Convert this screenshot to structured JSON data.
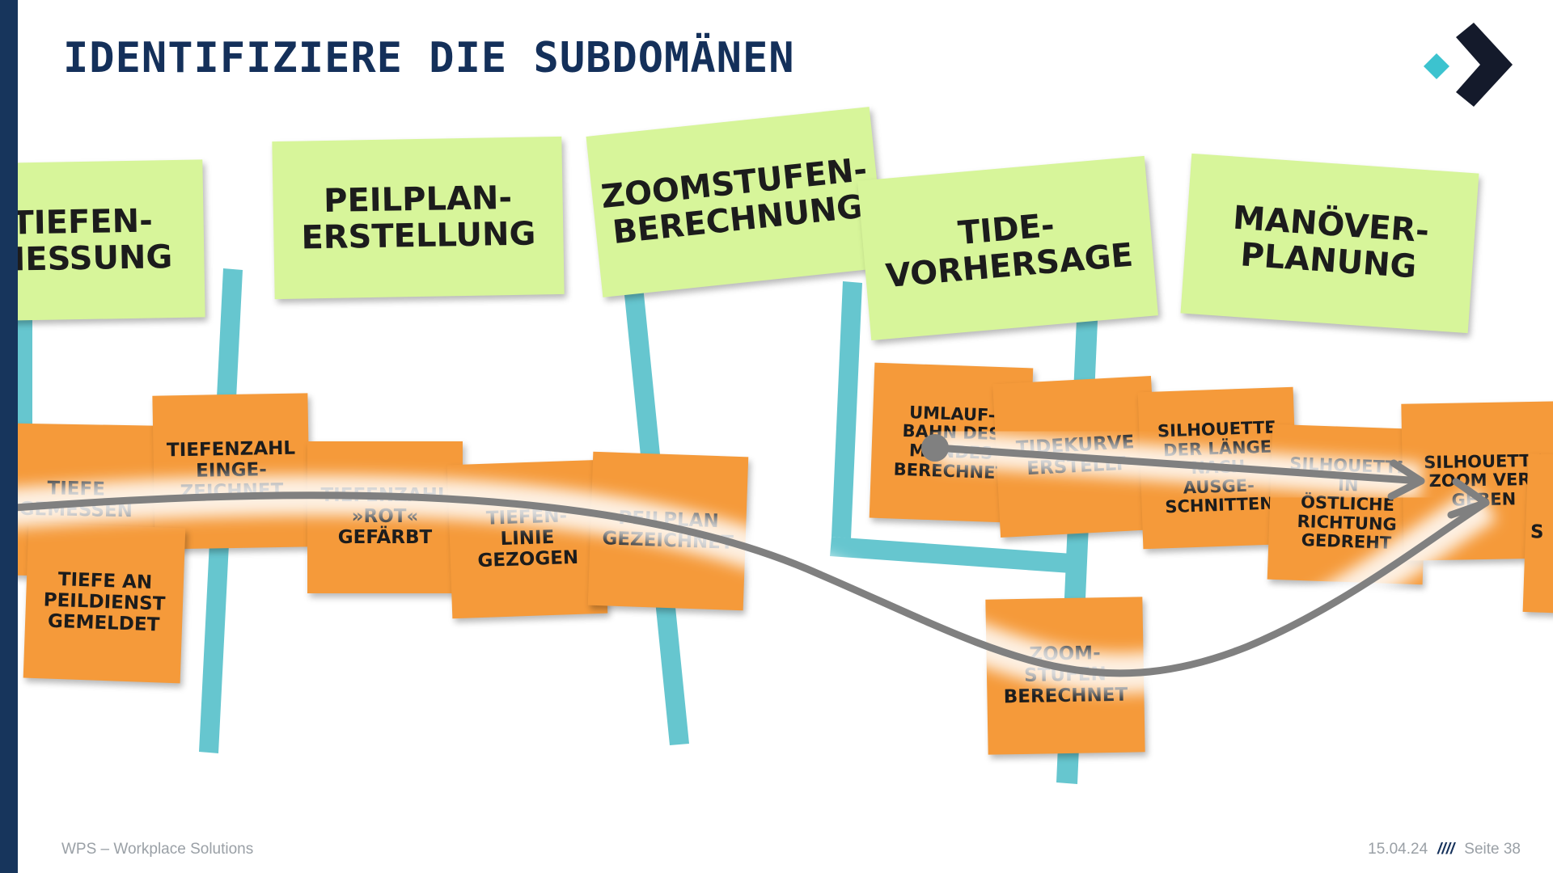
{
  "slide": {
    "title": "IDENTIFIZIERE DIE SUBDOMÄNEN",
    "footer_company": "WPS – Workplace Solutions",
    "footer_date": "15.04.24",
    "footer_separator": "////",
    "footer_page": "Seite 38"
  },
  "colors": {
    "domain_note": "#d7f59a",
    "event_note": "#f59a3a",
    "boundary_line": "#66c6cf",
    "flow_arrow": "#808080",
    "brand_dark": "#17355c"
  },
  "logo": {
    "icon": "wps-chevron-logo"
  },
  "subdomains": [
    {
      "label": "TIEFEN-\nMESSUNG"
    },
    {
      "label": "PEILPLAN-\nERSTELLUNG"
    },
    {
      "label": "ZOOMSTUFEN-\nBERECHNUNG"
    },
    {
      "label": "TIDE-\nVORHERSAGE"
    },
    {
      "label": "MANÖVER-\nPLANUNG"
    }
  ],
  "events": [
    {
      "label": "TIEFE\nGEMESSEN"
    },
    {
      "label": "TIEFENZAHL\nEINGE-\nZEICHNET"
    },
    {
      "label": "TIEFE AN\nPEILDIENST\nGEMELDET"
    },
    {
      "label": "TIEFENZAHL\n»ROT«\nGEFÄRBT"
    },
    {
      "label": "TIEFEN-\nLINIE\nGEZOGEN"
    },
    {
      "label": "PEILPLAN\nGEZEICHNET"
    },
    {
      "label": "UMLAUF-\nBAHN DES\nMONDES\nBERECHNET"
    },
    {
      "label": "TIDEKURVE\nERSTELLT"
    },
    {
      "label": "SILHOUETTE\nDER LÄNGE\nNACH\nAUSGE-\nSCHNITTEN"
    },
    {
      "label": "SILHOUETTE\nIN\nÖSTLICHE\nRICHTUNG\nGEDREHT"
    },
    {
      "label": "SILHOUETTE\nZOOM VER-\nGEBEN"
    },
    {
      "label": "ZOOM-\nSTUFEN\nBERECHNET"
    },
    {
      "label": "S"
    }
  ]
}
